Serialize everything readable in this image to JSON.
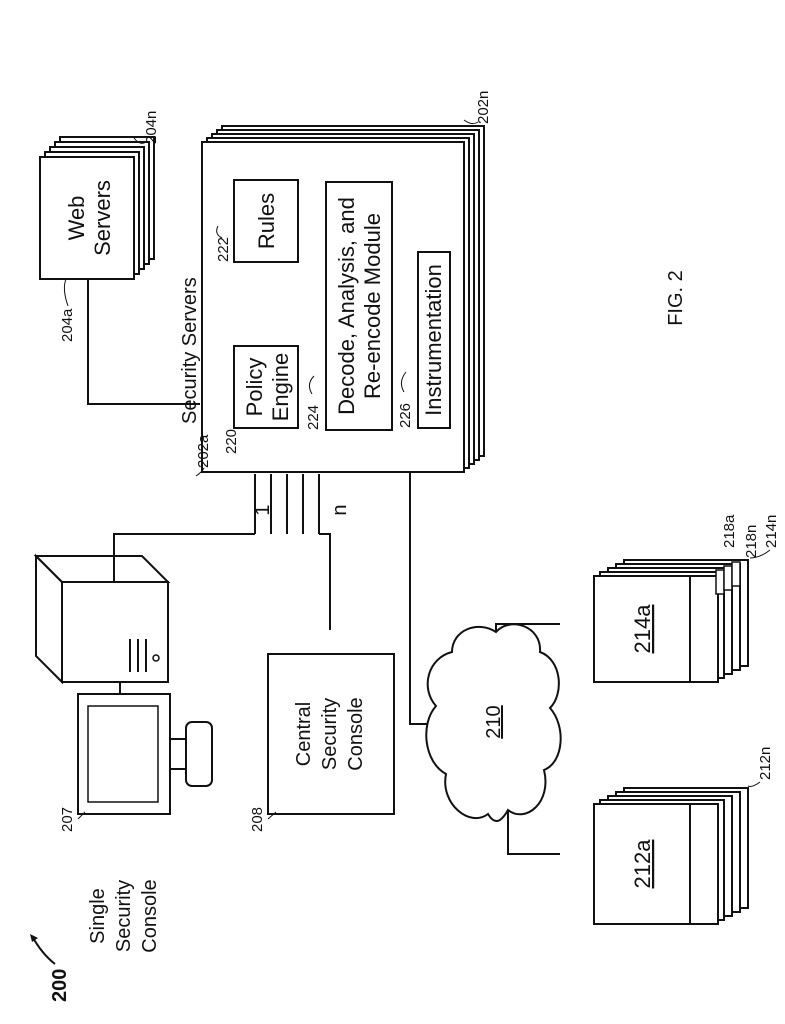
{
  "figure_number": "200",
  "figure_caption": "FIG. 2",
  "components": {
    "single_console": {
      "ref": "207",
      "label_lines": [
        "Single",
        "Security",
        "Console"
      ]
    },
    "central_console": {
      "ref": "208",
      "label_lines": [
        "Central",
        "Security",
        "Console"
      ]
    },
    "web_servers": {
      "ref_first": "204a",
      "ref_last": "204n",
      "label_lines": [
        "Web",
        "Servers"
      ]
    },
    "security_servers": {
      "ref_first": "202a",
      "ref_last": "202n",
      "title": "Security Servers",
      "modules": {
        "policy_engine": {
          "ref": "220",
          "label_lines": [
            "Policy",
            "Engine"
          ]
        },
        "rules": {
          "ref": "222",
          "label": "Rules"
        },
        "decode": {
          "ref": "224",
          "label_lines": [
            "Decode, Analysis, and",
            "Re-encode Module"
          ]
        },
        "instrumentation": {
          "ref": "226",
          "label": "Instrumentation"
        }
      },
      "port_first": "1",
      "port_last": "n"
    },
    "network": {
      "ref": "210"
    },
    "client_group_1": {
      "ref_first": "212a",
      "ref_last": "212n"
    },
    "client_group_2": {
      "ref_first": "214a",
      "ref_last": "214n",
      "sub_first": "218a",
      "sub_last": "218n"
    }
  }
}
